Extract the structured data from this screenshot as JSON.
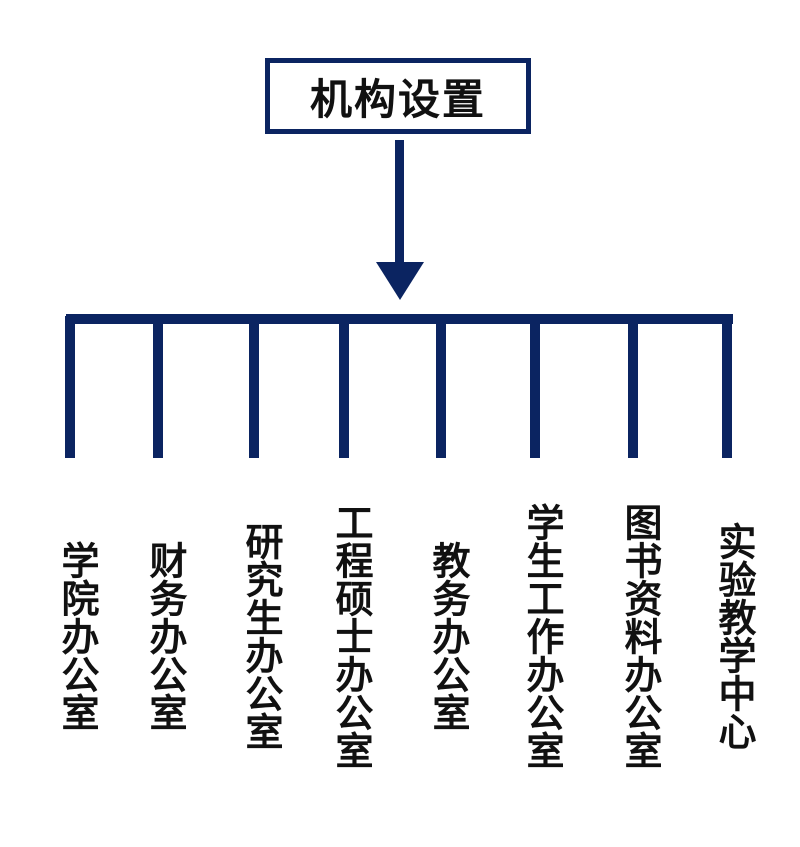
{
  "title": "机构设置",
  "colors": {
    "line": "#0b2461",
    "text": "#111111",
    "background": "#ffffff"
  },
  "departments": [
    "学院办公室",
    "财务办公室",
    "研究生办公室",
    "工程硕士办公室",
    "教务办公室",
    "学生工作办公室",
    "图书资料办公室",
    "实验教学中心"
  ]
}
